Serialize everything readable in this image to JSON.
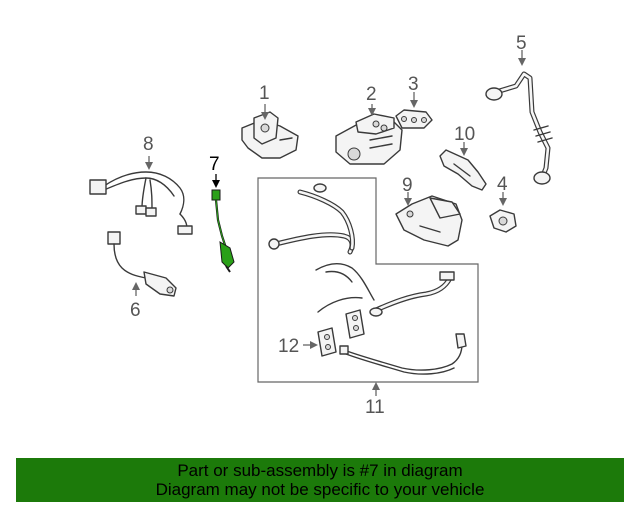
{
  "callouts": {
    "c1": "1",
    "c2": "2",
    "c3": "3",
    "c4": "4",
    "c5": "5",
    "c6": "6",
    "c7": "7",
    "c8": "8",
    "c9": "9",
    "c10": "10",
    "c11": "11",
    "c12": "12"
  },
  "banner": {
    "line1": "Part or sub-assembly is #7 in diagram",
    "line2": "Diagram may not be specific to your vehicle"
  },
  "colors": {
    "banner_bg": "#1c7a0a",
    "highlight_part": "#2aa018"
  }
}
